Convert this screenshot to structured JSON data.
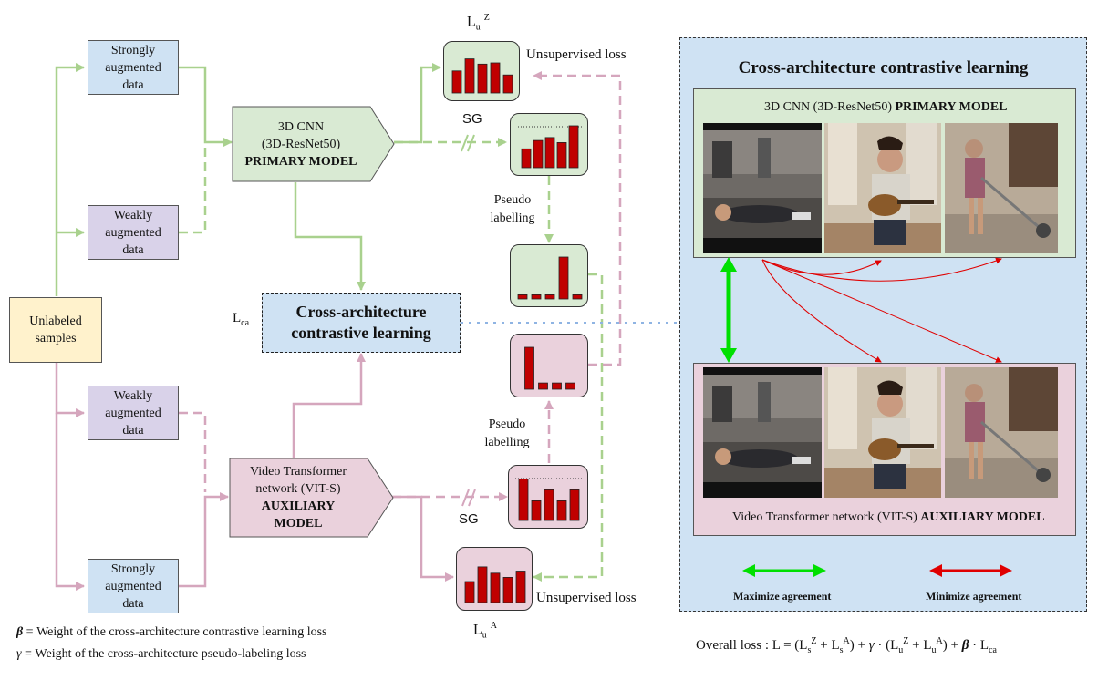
{
  "colors": {
    "green_line": "#a9d18e",
    "pink_line": "#d5a6bd",
    "primary_fill": "#d9ead3",
    "auxiliary_fill": "#ead1dc",
    "bar_fill": "#c00000",
    "maximize_arrow": "#00e000",
    "minimize_arrow": "#e00000"
  },
  "inputs": {
    "unlabeled": "Unlabeled samples",
    "strong_top": "Strongly augmented data",
    "weak_top": "Weakly augmented data",
    "weak_bottom": "Weakly augmented data",
    "strong_bottom": "Strongly augmented data"
  },
  "primary": {
    "line1": "3D CNN",
    "line2": "(3D-ResNet50)",
    "line3": "PRIMARY MODEL"
  },
  "auxiliary": {
    "line1": "Video Transformer",
    "line2": "network (VIT-S)",
    "line3": "AUXILIARY",
    "line4": "MODEL"
  },
  "cross": {
    "line1": "Cross-architecture",
    "line2": "contrastive learning",
    "loss_main": "L",
    "loss_sub": "ca"
  },
  "labels": {
    "sg_top": "SG",
    "sg_bottom": "SG",
    "pseudo_top": "Pseudo labelling",
    "pseudo_bottom": "Pseudo labelling",
    "unsup_top": "Unsupervised loss",
    "unsup_bottom": "Unsupervised loss",
    "lu_z_main": "L",
    "lu_z_sub": "u",
    "lu_z_sup": "Z",
    "lu_a_main": "L",
    "lu_a_sub": "u",
    "lu_a_sup": "A"
  },
  "histograms": {
    "top_loss": [
      0.55,
      0.85,
      0.72,
      0.75,
      0.45
    ],
    "top_pred": [
      0.45,
      0.65,
      0.72,
      0.6,
      1.0
    ],
    "top_pseudo": [
      0.1,
      0.1,
      0.1,
      1.0,
      0.1
    ],
    "bottom_pseudo": [
      1.0,
      0.15,
      0.15,
      0.15
    ],
    "bottom_pred": [
      0.95,
      0.45,
      0.7,
      0.45,
      0.7
    ],
    "bottom_loss": [
      0.5,
      0.85,
      0.7,
      0.6,
      0.75
    ]
  },
  "panel": {
    "title": "Cross-architecture contrastive learning",
    "primary_text": "3D CNN (3D-ResNet50) ",
    "primary_bold": "PRIMARY MODEL",
    "aux_text": "Video Transformer network (VIT-S) ",
    "aux_bold": "AUXILIARY MODEL",
    "maximize": "Maximize agreement",
    "minimize": "Minimize agreement"
  },
  "footnotes": {
    "beta_sym": "β",
    "beta_text": " = Weight of the cross-architecture contrastive learning loss",
    "gamma_sym": "γ",
    "gamma_text": " = Weight of the cross-architecture pseudo-labeling loss"
  },
  "overall": {
    "prefix": "Overall loss : L = (L",
    "p1": "s",
    "p2": "Z",
    "p3": " + L",
    "p4": "s",
    "p5": "A",
    "p6": ") + ",
    "gamma": "γ",
    "p7": " · (L",
    "p8": "u",
    "p9": "Z",
    "p10": " + L",
    "p11": "u",
    "p12": "A",
    "p13": ") + ",
    "beta": "β",
    "p14": " · L",
    "p15": "ca"
  }
}
